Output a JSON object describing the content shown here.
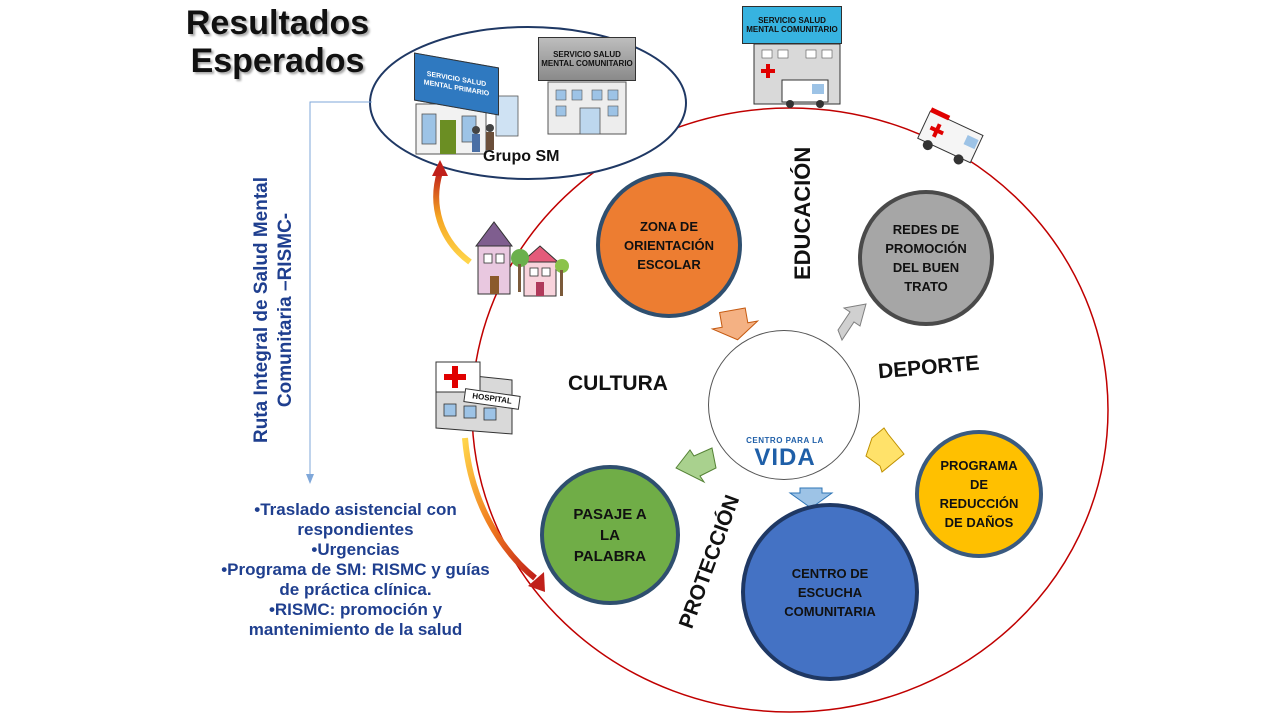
{
  "title": {
    "line1": "Resultados",
    "line2": "Esperados"
  },
  "vertical_text": "Ruta Integral de Salud Mental Comunitaria –RISMC-",
  "bullets": [
    "•Traslado asistencial con respondientes",
    "•Urgencias",
    "•Programa de SM: RISMC y guías de práctica clínica.",
    "•RISMC: promoción y mantenimiento de la salud"
  ],
  "ellipse": {
    "group_label": "Grupo SM",
    "sign_primary": "SERVICIO SALUD MENTAL PRIMARIO",
    "sign_community": "SERVICIO SALUD MENTAL COMUNITARIO"
  },
  "top_building_sign": "SERVICIO SALUD MENTAL COMUNITARIO",
  "hospital_label": "HOSPITAL",
  "center_logo": {
    "line1": "CENTRO PARA LA",
    "line2": "VIDA"
  },
  "circles": {
    "orange": "ZONA DE\nORIENTACIÓN\nESCOLAR",
    "gray": "REDES DE\nPROMOCIÓN\nDEL BUEN\nTRATO",
    "yellow": "PROGRAMA\nDE\nREDUCCIÓN\nDE DAÑOS",
    "blue": "CENTRO DE\nESCUCHA\nCOMUNITARIA",
    "green": "PASAJE A\nLA\nPALABRA"
  },
  "words": {
    "education": "EDUCACIÓN",
    "culture": "CULTURA",
    "sport": "DEPORTE",
    "protection": "PROTECCIÓN"
  },
  "colors": {
    "orange": "#ED7D31",
    "gray": "#A6A6A6",
    "yellow": "#FFC000",
    "blue": "#4472C4",
    "green": "#70AD47",
    "text_blue": "#1F3F8F",
    "red_circle": "#C00000"
  }
}
